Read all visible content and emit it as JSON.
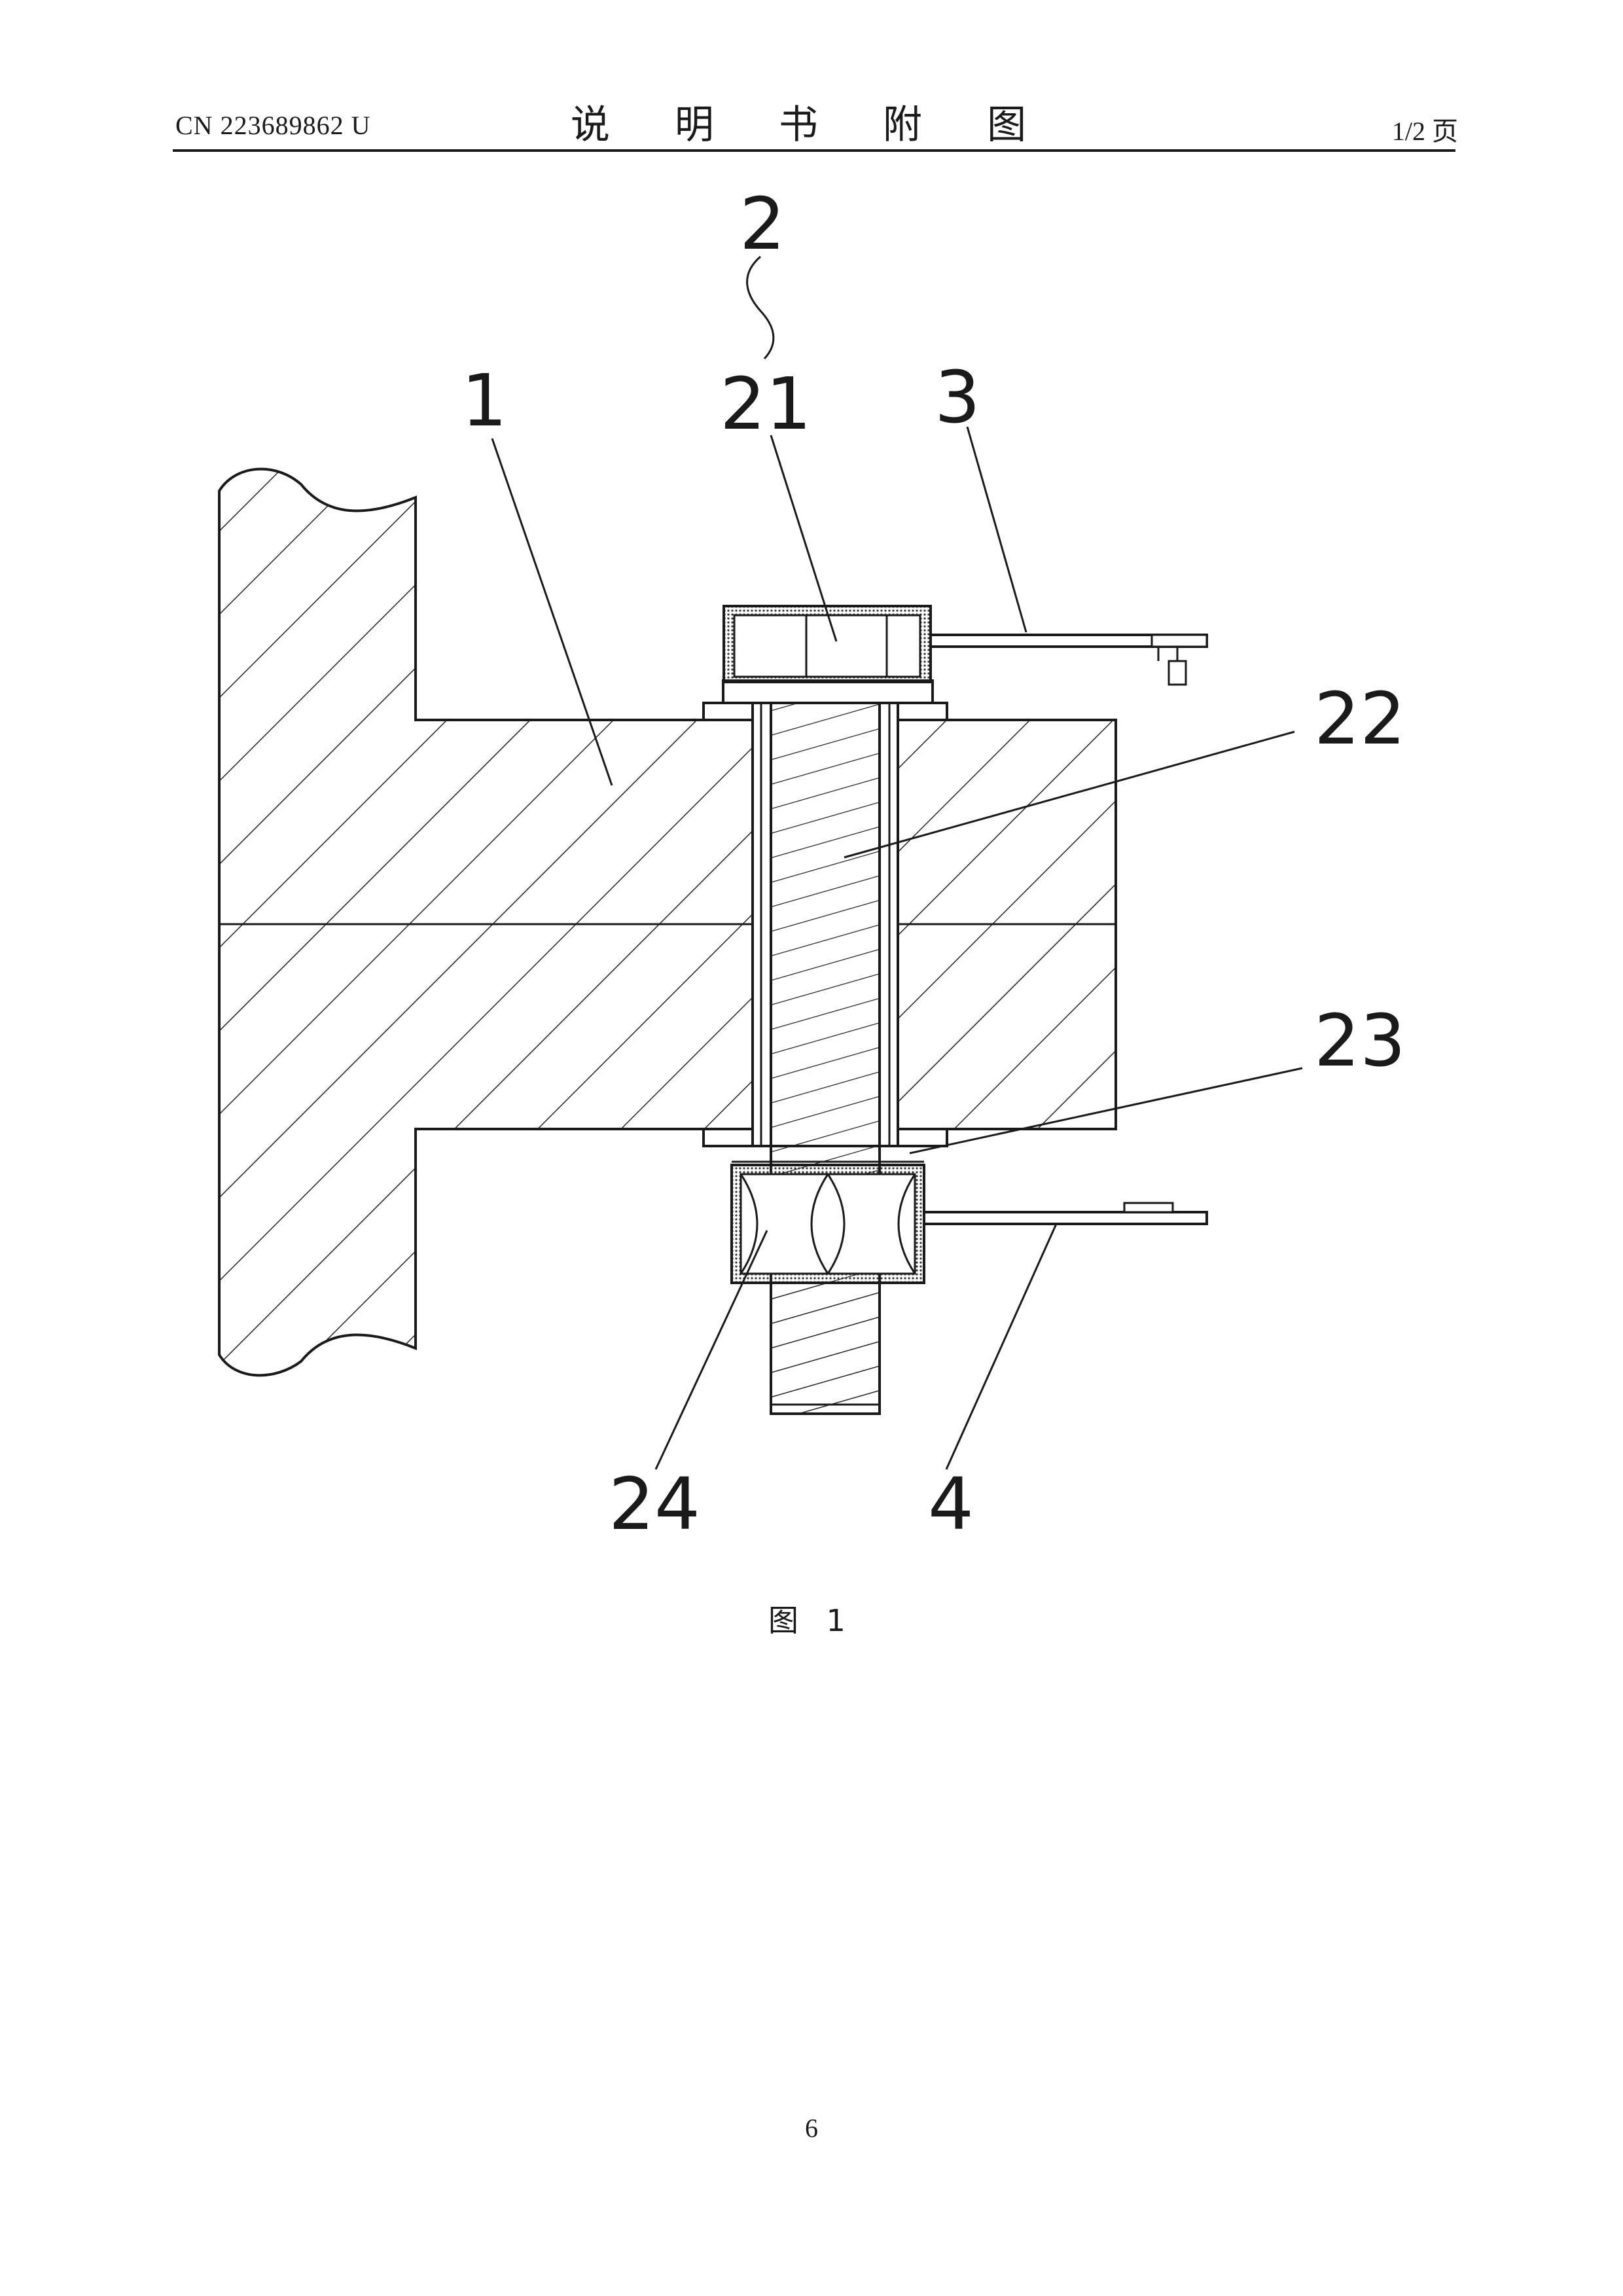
{
  "header": {
    "publication_number": "CN 223689862 U",
    "section_title": "说 明 书 附 图",
    "page_fraction": "1/2 页"
  },
  "figure": {
    "caption": "图 1",
    "reference_labels": {
      "label_1": "1",
      "label_2": "2",
      "label_21": "21",
      "label_3": "3",
      "label_22": "22",
      "label_23": "23",
      "label_24": "24",
      "label_4": "4"
    }
  },
  "footer": {
    "page_number": "6"
  }
}
